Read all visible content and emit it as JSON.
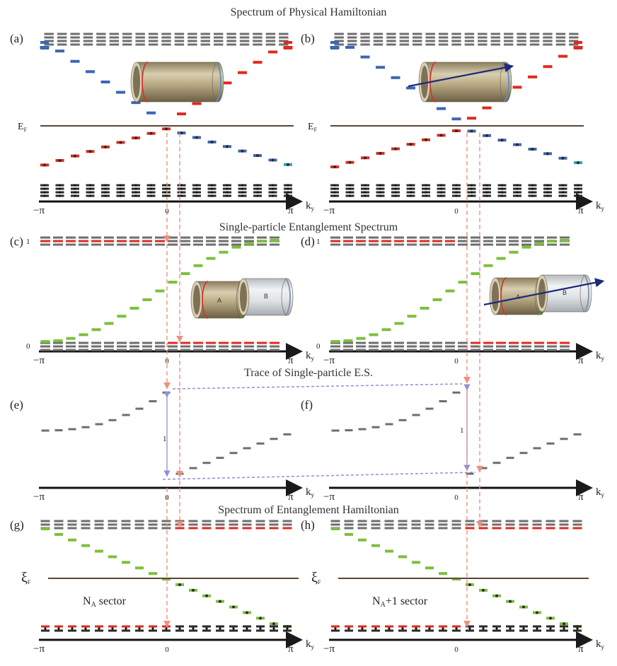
{
  "section_titles": {
    "physical": "Spectrum of Physical Hamiltonian",
    "single_particle": "Single-particle Entanglement Spectrum",
    "trace": "Trace of Single-particle E.S.",
    "entanglement_h": "Spectrum of Entanglement Hamiltonian"
  },
  "panel_labels": [
    "(a)",
    "(b)",
    "(c)",
    "(d)",
    "(e)",
    "(f)",
    "(g)",
    "(h)"
  ],
  "axis": {
    "left_tick": "−π",
    "mid_tick": "0",
    "right_tick": "π",
    "x_label": "k",
    "x_sub": "y"
  },
  "fermi_level": {
    "label": "E",
    "sub": "F"
  },
  "es_ticks": {
    "one": "1",
    "zero": "0"
  },
  "trace_gap_label": "1",
  "entanglement_fermi": {
    "label": "ξ",
    "sub": "F"
  },
  "sectors": {
    "g_main": "N",
    "g_sub": "A",
    "g_rest": " sector",
    "h_main": "N",
    "h_sub": "A",
    "h_rest": "+1 sector"
  },
  "cylinder_labels": {
    "a": "A",
    "b": "B"
  },
  "colors": {
    "blue": "#3b66b5",
    "red": "#e02a1e",
    "green": "#7cc03a",
    "gray": "#6e6e6e",
    "dark": "#2a2a2a",
    "teal": "#2aa6b8",
    "fermi_line": "#5a4535",
    "pink_dash": "#f09080",
    "violet_dash": "#8f8fd8"
  }
}
